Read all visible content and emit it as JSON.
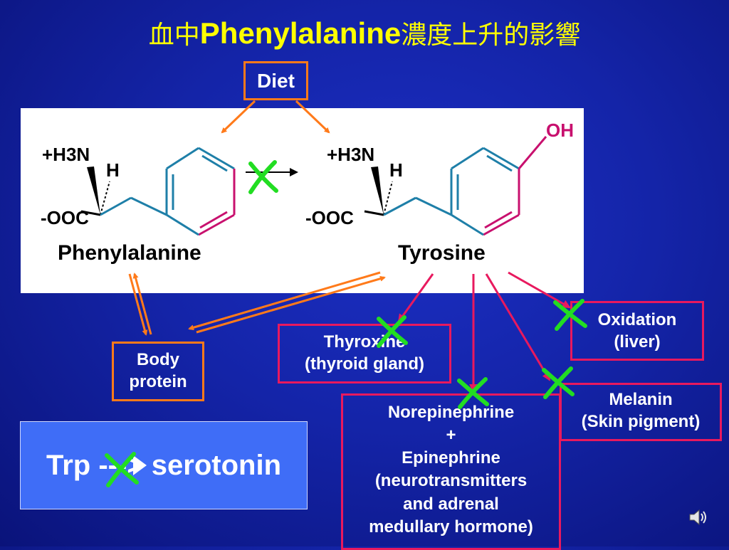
{
  "title": {
    "prefix": "血中",
    "main": "Phenylalanine",
    "suffix": "濃度上升的影響"
  },
  "boxes": {
    "diet": "Diet",
    "body_protein": [
      "Body",
      "protein"
    ],
    "thyroxine": [
      "Thyroxine",
      "(thyroid gland)"
    ],
    "oxidation": [
      "Oxidation",
      "(liver)"
    ],
    "melanin": [
      "Melanin",
      "(Skin pigment)"
    ],
    "norepinephrine": [
      "Norepinephrine",
      "+",
      "Epinephrine",
      "(neurotransmitters",
      "and adrenal",
      "medullary hormone)"
    ],
    "serotonin": "Trp ---> serotonin"
  },
  "structures": {
    "phenylalanine": {
      "name": "Phenylalanine",
      "amine": "+H3N",
      "hydrogen": "H",
      "carboxylate": "-OOC"
    },
    "tyrosine": {
      "name": "Tyrosine",
      "amine": "+H3N",
      "hydrogen": "H",
      "carboxylate": "-OOC",
      "hydroxyl": "OH"
    }
  },
  "colors": {
    "title": "#ffff00",
    "orange_arrow": "#ff7a1a",
    "pink_arrow": "#e8195e",
    "block_mark": "#22dd22",
    "bond_blue": "#1e7fa8",
    "bond_magenta": "#c8106e"
  },
  "icons": {
    "block_mark": "x-mark-icon",
    "speaker": "speaker-icon"
  }
}
